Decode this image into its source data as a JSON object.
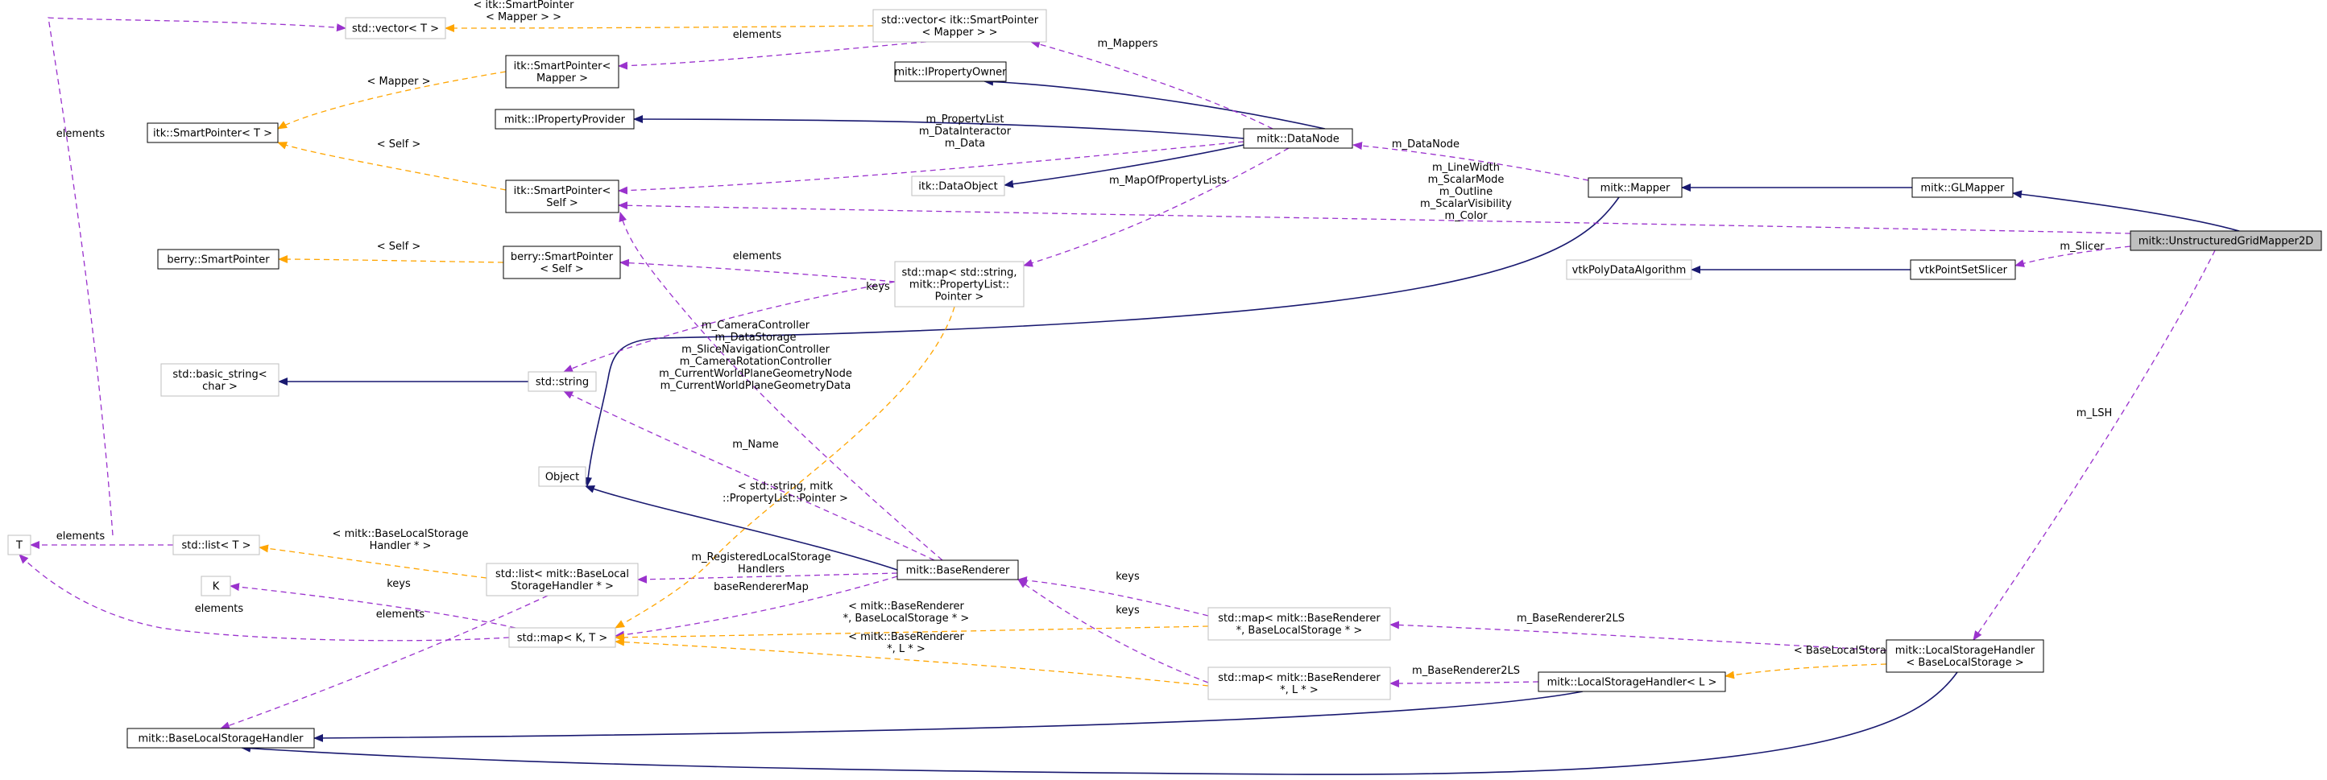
{
  "colors": {
    "inheritance": "#191970",
    "usage": "#9a32cd",
    "template": "#ffa500",
    "highlight_fill": "#bfbfbf",
    "node_border": "#000000",
    "node_border_muted": "#bfbfbf"
  },
  "nodes": [
    {
      "id": "vecT",
      "lines": [
        "std::vector< T >"
      ],
      "style": "muted"
    },
    {
      "id": "vecSP",
      "lines": [
        "std::vector< itk::SmartPointer",
        "< Mapper > >"
      ],
      "style": "muted"
    },
    {
      "id": "spMapper",
      "lines": [
        "itk::SmartPointer<",
        "Mapper >"
      ],
      "style": "normal"
    },
    {
      "id": "ipo",
      "lines": [
        "mitk::IPropertyOwner"
      ],
      "style": "normal"
    },
    {
      "id": "ipp",
      "lines": [
        "mitk::IPropertyProvider"
      ],
      "style": "normal"
    },
    {
      "id": "spT",
      "lines": [
        "itk::SmartPointer< T >"
      ],
      "style": "normal"
    },
    {
      "id": "dataNode",
      "lines": [
        "mitk::DataNode"
      ],
      "style": "normal"
    },
    {
      "id": "dataObject",
      "lines": [
        "itk::DataObject"
      ],
      "style": "muted"
    },
    {
      "id": "spSelf",
      "lines": [
        "itk::SmartPointer<",
        "Self >"
      ],
      "style": "normal"
    },
    {
      "id": "mapper",
      "lines": [
        "mitk::Mapper"
      ],
      "style": "normal"
    },
    {
      "id": "glMapper",
      "lines": [
        "mitk::GLMapper"
      ],
      "style": "normal"
    },
    {
      "id": "ugm",
      "lines": [
        "mitk::UnstructuredGridMapper2D"
      ],
      "style": "highlight"
    },
    {
      "id": "berrySP",
      "lines": [
        "berry::SmartPointer"
      ],
      "style": "normal"
    },
    {
      "id": "berrySPSelf",
      "lines": [
        "berry::SmartPointer",
        "< Self >"
      ],
      "style": "normal"
    },
    {
      "id": "mapProp",
      "lines": [
        "std::map< std::string,",
        "mitk::PropertyList::",
        "Pointer >"
      ],
      "style": "muted"
    },
    {
      "id": "vtkPDA",
      "lines": [
        "vtkPolyDataAlgorithm"
      ],
      "style": "muted"
    },
    {
      "id": "psSlicer",
      "lines": [
        "vtkPointSetSlicer"
      ],
      "style": "normal"
    },
    {
      "id": "basicString",
      "lines": [
        "std::basic_string<",
        "char >"
      ],
      "style": "muted"
    },
    {
      "id": "stdString",
      "lines": [
        "std::string"
      ],
      "style": "muted"
    },
    {
      "id": "object",
      "lines": [
        "Object"
      ],
      "style": "muted"
    },
    {
      "id": "T",
      "lines": [
        "T"
      ],
      "style": "muted"
    },
    {
      "id": "listT",
      "lines": [
        "std::list< T >"
      ],
      "style": "muted"
    },
    {
      "id": "listBLS",
      "lines": [
        "std::list< mitk::BaseLocal",
        "StorageHandler * >"
      ],
      "style": "muted"
    },
    {
      "id": "baseRenderer",
      "lines": [
        "mitk::BaseRenderer"
      ],
      "style": "normal"
    },
    {
      "id": "K",
      "lines": [
        "K"
      ],
      "style": "muted"
    },
    {
      "id": "mapKT",
      "lines": [
        "std::map< K, T >"
      ],
      "style": "muted"
    },
    {
      "id": "mapBR_BLS",
      "lines": [
        "std::map< mitk::BaseRenderer",
        "*, BaseLocalStorage * >"
      ],
      "style": "muted"
    },
    {
      "id": "mapBR_L",
      "lines": [
        "std::map< mitk::BaseRenderer",
        "*, L * >"
      ],
      "style": "muted"
    },
    {
      "id": "lshL",
      "lines": [
        "mitk::LocalStorageHandler< L >"
      ],
      "style": "normal"
    },
    {
      "id": "lshBLS",
      "lines": [
        "mitk::LocalStorageHandler",
        "< BaseLocalStorage >"
      ],
      "style": "normal"
    },
    {
      "id": "baseLSH",
      "lines": [
        "mitk::BaseLocalStorageHandler"
      ],
      "style": "normal"
    }
  ],
  "edge_labels": [
    {
      "id": "l1",
      "lines": [
        "< itk::SmartPointer",
        "< Mapper > >"
      ]
    },
    {
      "id": "l2",
      "lines": [
        "elements"
      ]
    },
    {
      "id": "l3",
      "lines": [
        "m_Mappers"
      ]
    },
    {
      "id": "l4",
      "lines": [
        "< Mapper >"
      ]
    },
    {
      "id": "l5",
      "lines": [
        "elements"
      ]
    },
    {
      "id": "l6",
      "lines": [
        "< Self >"
      ]
    },
    {
      "id": "l7",
      "lines": [
        "m_PropertyList",
        "m_DataInteractor",
        "m_Data"
      ]
    },
    {
      "id": "l8",
      "lines": [
        "m_DataNode"
      ]
    },
    {
      "id": "l9",
      "lines": [
        "m_MapOfPropertyLists"
      ]
    },
    {
      "id": "l10",
      "lines": [
        "m_LineWidth",
        "m_ScalarMode",
        "m_Outline",
        "m_ScalarVisibility",
        "m_Color"
      ]
    },
    {
      "id": "l11",
      "lines": [
        "< Self >"
      ]
    },
    {
      "id": "l12",
      "lines": [
        "elements"
      ]
    },
    {
      "id": "l13",
      "lines": [
        "keys"
      ]
    },
    {
      "id": "l14",
      "lines": [
        "m_Slicer"
      ]
    },
    {
      "id": "l15",
      "lines": [
        "m_CameraController",
        "m_DataStorage",
        "m_SliceNavigationController",
        "m_CameraRotationController",
        "m_CurrentWorldPlaneGeometryNode",
        "m_CurrentWorldPlaneGeometryData"
      ]
    },
    {
      "id": "l16",
      "lines": [
        "m_Name"
      ]
    },
    {
      "id": "l17",
      "lines": [
        "< std::string, mitk",
        "::PropertyList::Pointer >"
      ]
    },
    {
      "id": "l18",
      "lines": [
        "m_LSH"
      ]
    },
    {
      "id": "l19",
      "lines": [
        "elements"
      ]
    },
    {
      "id": "l20",
      "lines": [
        "< mitk::BaseLocalStorage",
        "Handler * >"
      ]
    },
    {
      "id": "l21",
      "lines": [
        "m_RegisteredLocalStorage",
        "Handlers"
      ]
    },
    {
      "id": "l22",
      "lines": [
        "keys"
      ]
    },
    {
      "id": "l23",
      "lines": [
        "baseRendererMap"
      ]
    },
    {
      "id": "l24",
      "lines": [
        "elements"
      ]
    },
    {
      "id": "l25",
      "lines": [
        "elements"
      ]
    },
    {
      "id": "l26",
      "lines": [
        "keys"
      ]
    },
    {
      "id": "l27",
      "lines": [
        "< mitk::BaseRenderer",
        "*, BaseLocalStorage * >"
      ]
    },
    {
      "id": "l28",
      "lines": [
        "keys"
      ]
    },
    {
      "id": "l29",
      "lines": [
        "< mitk::BaseRenderer",
        "*, L * >"
      ]
    },
    {
      "id": "l30",
      "lines": [
        "m_BaseRenderer2LS"
      ]
    },
    {
      "id": "l31",
      "lines": [
        "< BaseLocalStorage >"
      ]
    },
    {
      "id": "l32",
      "lines": [
        "m_BaseRenderer2LS"
      ]
    }
  ]
}
